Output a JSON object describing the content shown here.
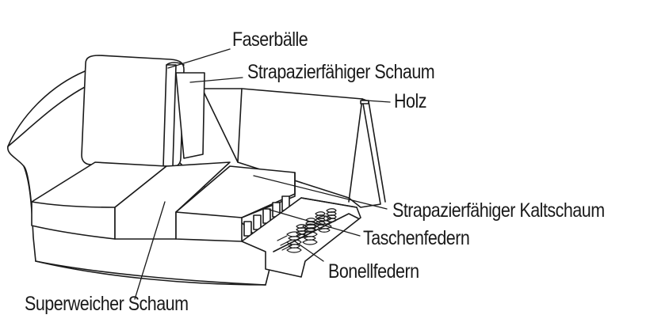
{
  "labels": {
    "faserbaelle": "Faserbälle",
    "strapazierfaehiger_schaum": "Strapazierfähiger Schaum",
    "holz": "Holz",
    "strapazierfaehiger_kaltschaum": "Strapazierfähiger Kaltschaum",
    "taschenfedern": "Taschenfedern",
    "bonellfedern": "Bonellfedern",
    "superweicher_schaum": "Superweicher Schaum"
  },
  "colors": {
    "line": "#1a1a1a",
    "background": "#ffffff"
  }
}
